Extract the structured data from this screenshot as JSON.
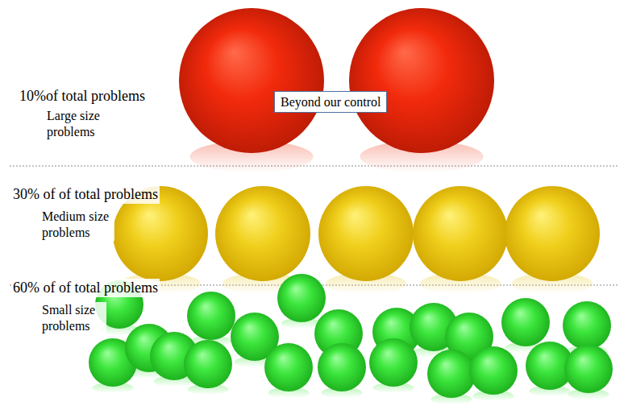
{
  "diagram": {
    "nodes": [
      {
        "text": [
          "Beyond our control"
        ]
      }
    ],
    "labels": [
      "10%of total problems",
      "Large size problems",
      "30% of of total problems",
      "Medium size problems",
      "60% of of total problems",
      "Small size problems"
    ]
  }
}
